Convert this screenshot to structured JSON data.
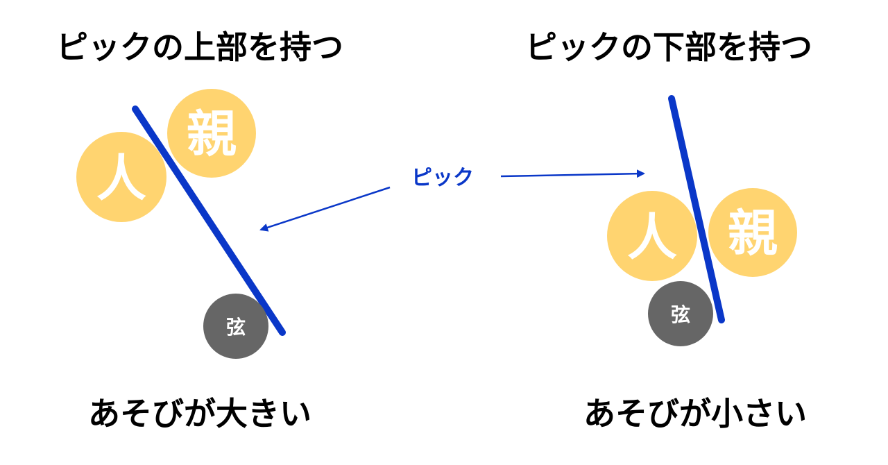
{
  "left": {
    "heading": "ピックの上部を持つ",
    "result": "あそびが大きい",
    "person_label": "人",
    "parent_label": "親",
    "string_label": "弦"
  },
  "right": {
    "heading": "ピックの下部を持つ",
    "result": "あそびが小さい",
    "person_label": "人",
    "parent_label": "親",
    "string_label": "弦"
  },
  "center": {
    "pick_label": "ピック"
  },
  "colors": {
    "finger_circle": "#FFD470",
    "string_circle": "#666666",
    "pick_line": "#0A37C8",
    "text": "#000000",
    "label_white": "#FFFFFF"
  },
  "icons": {
    "pick_line": "pick-line",
    "arrow": "arrow-icon"
  }
}
